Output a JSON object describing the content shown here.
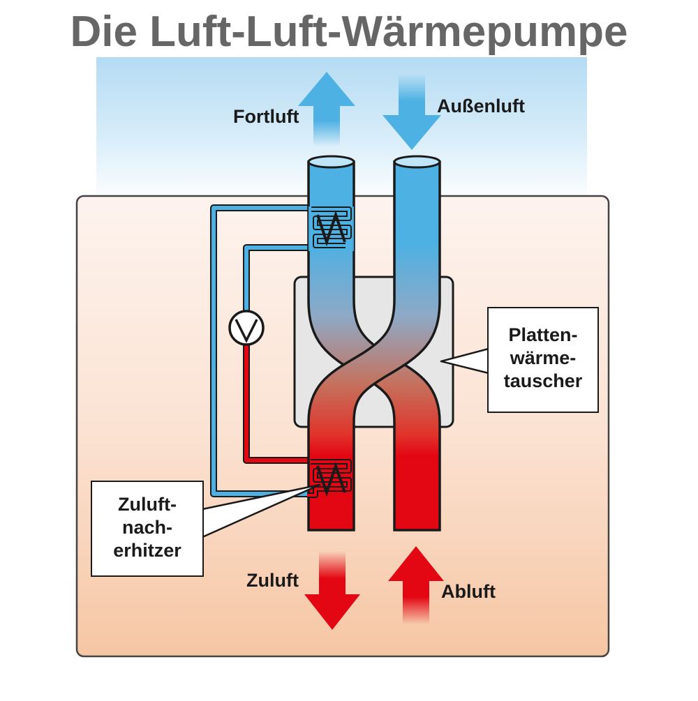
{
  "title": "Die Luft-Luft-Wärmepumpe",
  "labels": {
    "fortluft": "Fortluft",
    "aussenluft": "Außenluft",
    "zuluft": "Zuluft",
    "abluft": "Abluft"
  },
  "callouts": {
    "plate_exchanger": [
      "Platten-",
      "wärme-",
      "tauscher"
    ],
    "reheater": [
      "Zuluft-",
      "nach-",
      "erhitzer"
    ]
  },
  "colors": {
    "cold": "#4db1e3",
    "warm": "#e30613",
    "outline": "#1a1a1a",
    "title": "#666666",
    "sky": "#bfe1f5",
    "house": "#f6c6a4"
  }
}
